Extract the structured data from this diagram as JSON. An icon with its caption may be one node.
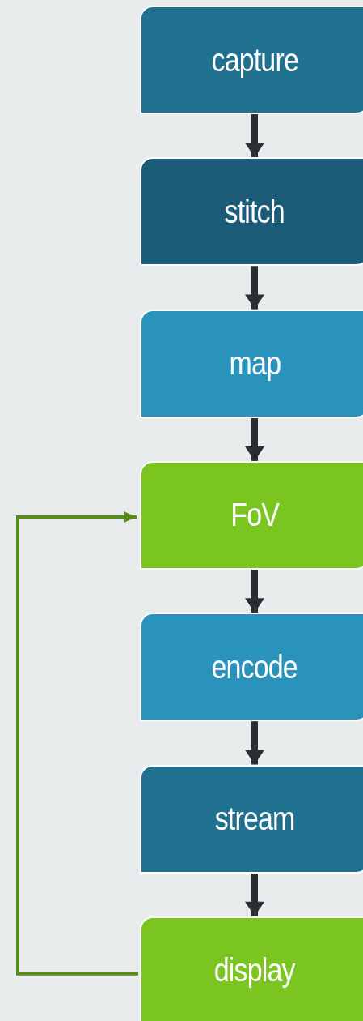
{
  "diagram": {
    "nodes": [
      {
        "text": [
          "capture"
        ]
      },
      {
        "text": [
          "stitch"
        ]
      },
      {
        "text": [
          "map"
        ]
      },
      {
        "text": [
          "FoV"
        ]
      },
      {
        "text": [
          "encode"
        ]
      },
      {
        "text": [
          "stream"
        ]
      },
      {
        "text": [
          "display"
        ]
      }
    ],
    "edges": [
      {
        "from": 0,
        "to": 1,
        "arrow": "to"
      },
      {
        "from": 1,
        "to": 2,
        "arrow": "to"
      },
      {
        "from": 2,
        "to": 3,
        "arrow": "to"
      },
      {
        "from": 3,
        "to": 4,
        "arrow": "to"
      },
      {
        "from": 4,
        "to": 5,
        "arrow": "to"
      },
      {
        "from": 5,
        "to": 6,
        "arrow": "to"
      },
      {
        "from": 6,
        "to": 3,
        "arrow": "to",
        "color": "#5a8a1a"
      }
    ]
  }
}
